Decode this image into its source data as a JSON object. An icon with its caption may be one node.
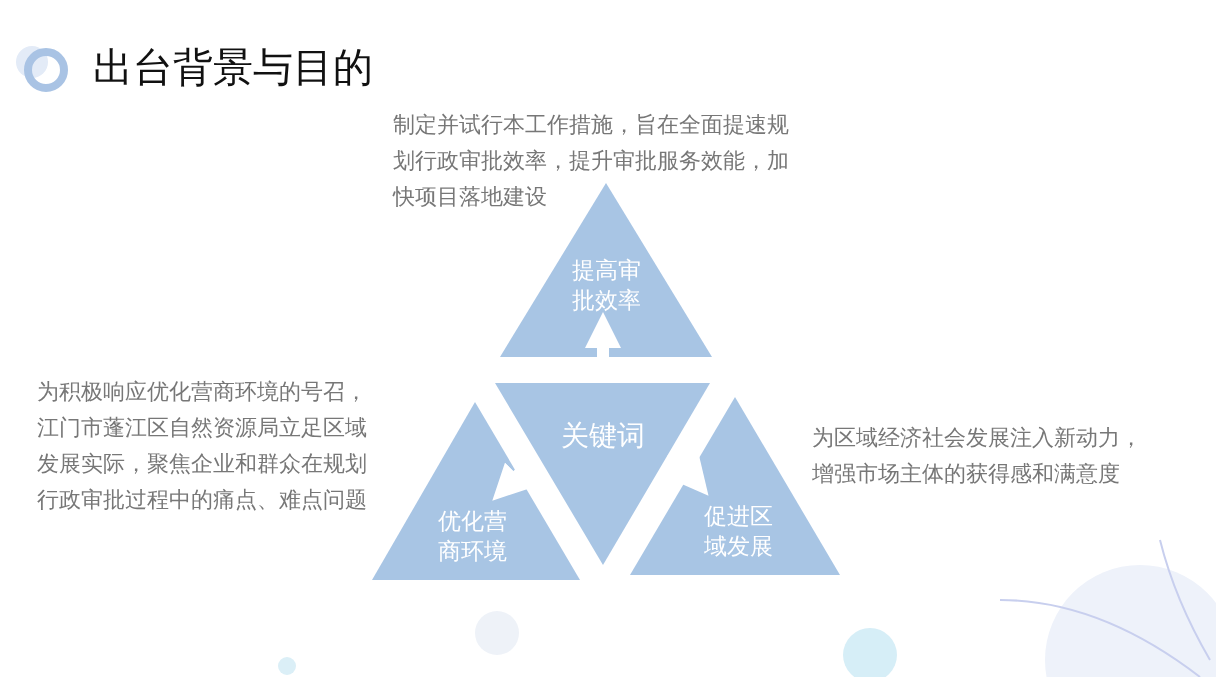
{
  "diagram": {
    "title": "出台背景与目的",
    "nodes": [
      {
        "text": [
          "提高审批效率"
        ],
        "beside": [
          "制定并试行本工作措施，旨在全面提速规划行政审批效率，提升审批服务效能，加快项目落地建设"
        ]
      },
      {
        "text": [
          "关键词"
        ]
      },
      {
        "text": [
          "优化营商环境"
        ],
        "beside": [
          "为积极响应优化营商环境的号召，江门市蓬江区自然资源局立足区域发展实际，聚焦企业和群众在规划行政审批过程中的痛点、难点问题"
        ]
      },
      {
        "text": [
          "促进区域发展"
        ],
        "beside": [
          "为区域经济社会发展注入新动力，增强市场主体的获得感和满意度"
        ]
      }
    ],
    "edges": [
      {
        "from": 1,
        "to": 0,
        "arrow": "to"
      },
      {
        "from": 1,
        "to": 2,
        "arrow": "to"
      },
      {
        "from": 1,
        "to": 3,
        "arrow": "to"
      }
    ]
  }
}
